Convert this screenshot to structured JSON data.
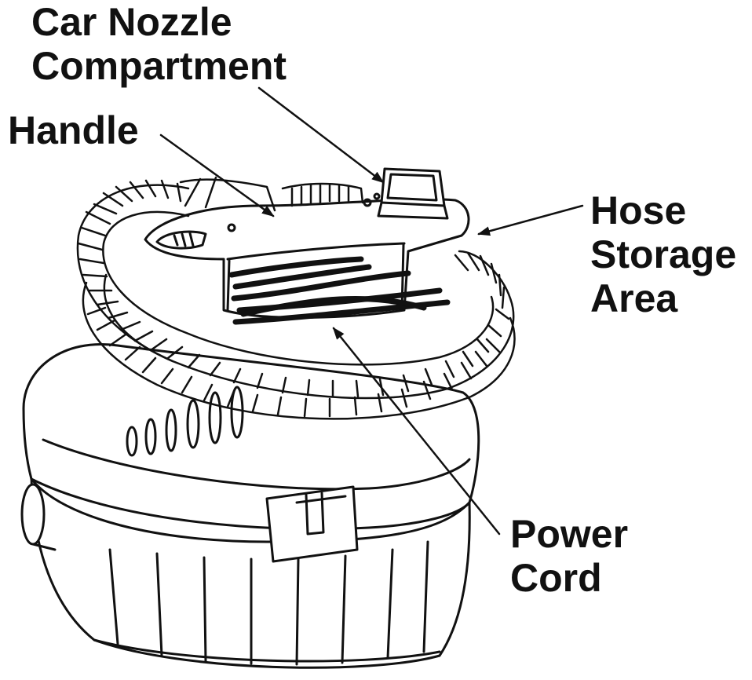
{
  "labels": {
    "car_nozzle": [
      "Car Nozzle",
      "Compartment"
    ],
    "handle": [
      "Handle"
    ],
    "hose_storage": [
      "Hose",
      "Storage",
      "Area"
    ],
    "power_cord": [
      "Power",
      "Cord"
    ]
  },
  "colors": {
    "ink": "#111111",
    "paper": "#ffffff"
  }
}
